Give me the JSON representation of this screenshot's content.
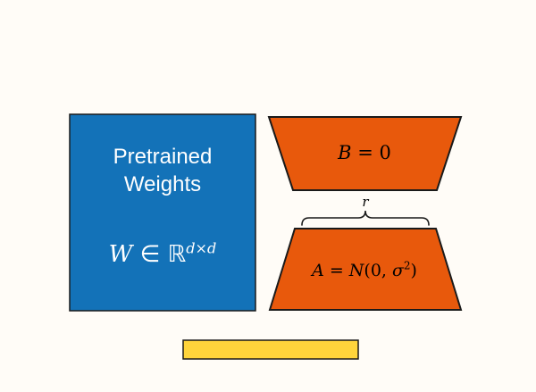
{
  "colors": {
    "background": "#FFFCF7",
    "pretrained_fill": "#1372B8",
    "lora_fill": "#E8590C",
    "bar_fill": "#FFD43B",
    "stroke": "#1A1A1A",
    "pretrained_text": "#FFFFFF",
    "label_text": "#000000"
  },
  "pretrained_block": {
    "title_line1": "Pretrained",
    "title_line2": "Weights",
    "formula": {
      "w": "W",
      "element_of": " ∈ ",
      "reals": "ℝ",
      "superscript": "d×d"
    }
  },
  "b_block": {
    "formula": {
      "b": "B",
      "equals_zero": " = 0"
    }
  },
  "rank_brace": {
    "label": "r"
  },
  "a_block": {
    "formula": {
      "a": "A",
      "equals": " = ",
      "dist": "N",
      "open_args": "(0, ",
      "sigma": "σ",
      "superscript": "2",
      "close": ")"
    }
  }
}
